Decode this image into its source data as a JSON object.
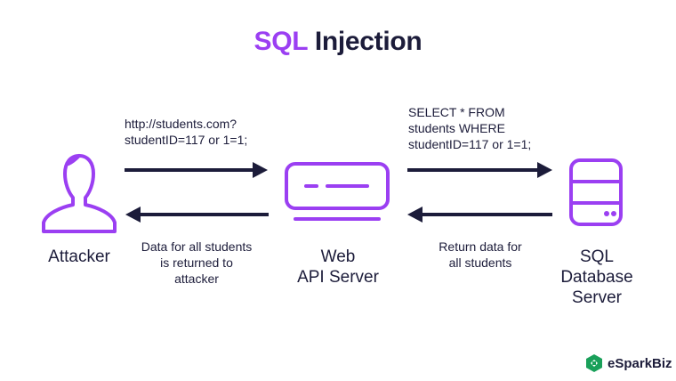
{
  "title": {
    "accent": "SQL",
    "rest": "Injection"
  },
  "nodes": {
    "attacker": "Attacker",
    "web_api": [
      "Web",
      "API Server"
    ],
    "database": [
      "SQL",
      "Database",
      "Server"
    ]
  },
  "messages": {
    "request_url": [
      "http://students.com?",
      "studentID=117 or 1=1;"
    ],
    "sql_query": [
      "SELECT * FROM",
      "students WHERE",
      "studentID=117 or 1=1;"
    ],
    "return_data": [
      "Return data for",
      "all students"
    ],
    "returned_to_attacker": [
      "Data for all students",
      "is returned to",
      "attacker"
    ]
  },
  "logo": {
    "text": "eSparkBiz"
  },
  "colors": {
    "accent": "#9b3ff2",
    "dark": "#1c1c3a",
    "logo_green": "#1aa05a"
  }
}
